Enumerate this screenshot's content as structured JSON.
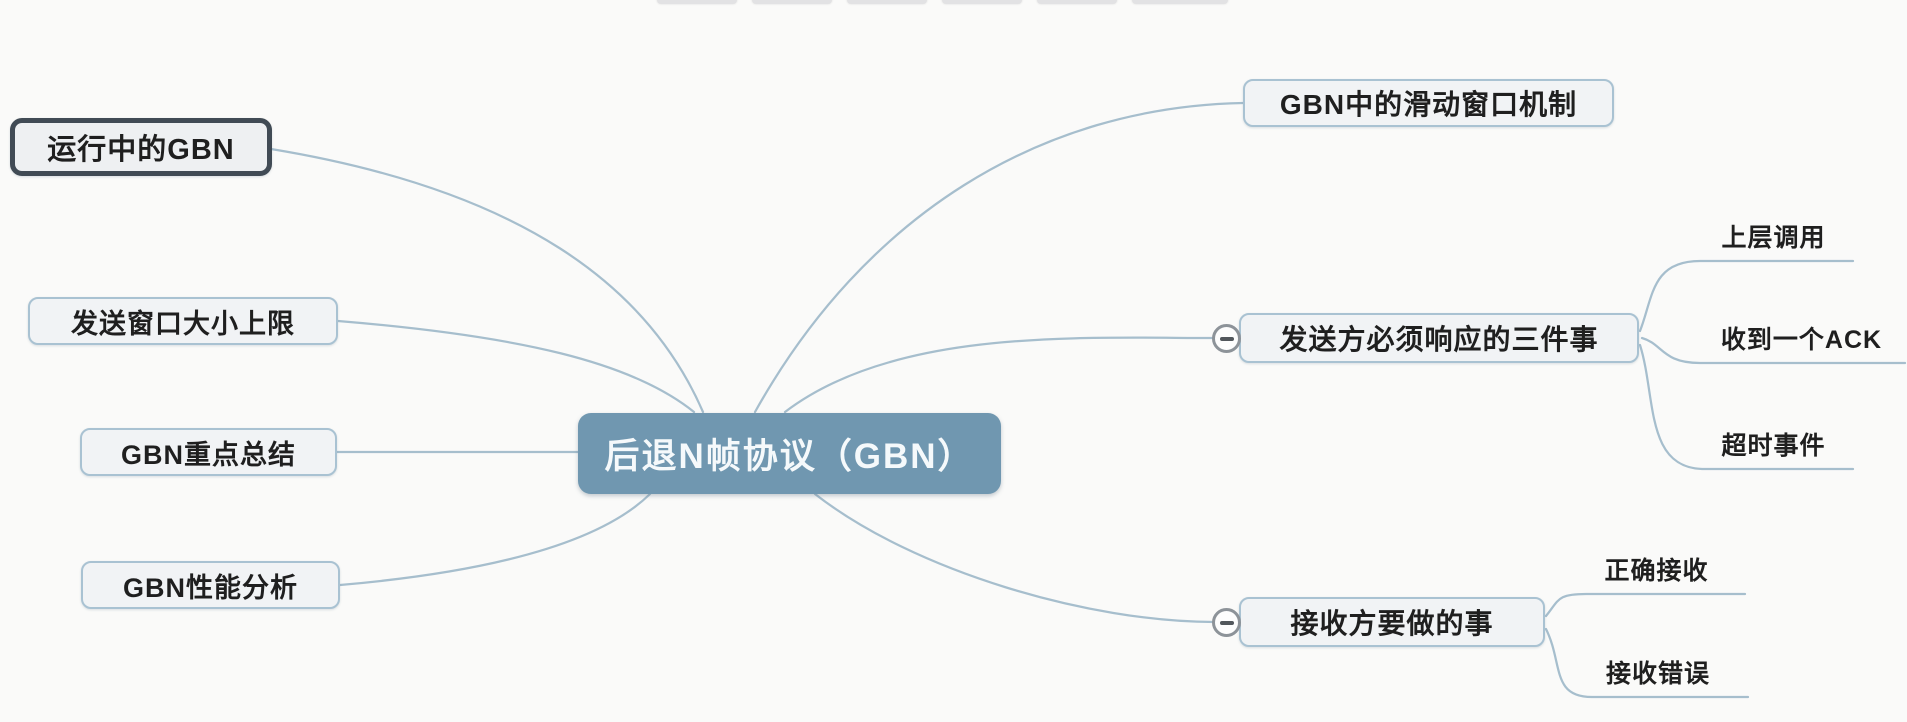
{
  "app": {
    "view": "mindmap-canvas"
  },
  "colors": {
    "background": "#fafaf9",
    "connector": "#a6becd",
    "root_fill": "#7097b0",
    "root_text": "#f5f9fb",
    "node_fill": "#f1f3f5",
    "node_border": "#a9c2d2",
    "node_text": "#1f1f1f",
    "selected_node_border": "#414b55",
    "collapse_icon_border": "#8d9399",
    "collapse_icon_glyph": "#52575c"
  },
  "root": {
    "label": "后退N帧协议（GBN）"
  },
  "left_branches": [
    {
      "label": "运行中的GBN",
      "selected": true
    },
    {
      "label": "发送窗口大小上限",
      "selected": false
    },
    {
      "label": "GBN重点总结",
      "selected": false
    },
    {
      "label": "GBN性能分析",
      "selected": false
    }
  ],
  "right_branches": [
    {
      "label": "GBN中的滑动窗口机制",
      "collapsible": false,
      "children": []
    },
    {
      "label": "发送方必须响应的三件事",
      "collapsible": true,
      "collapse_state": "expanded",
      "children": [
        {
          "label": "上层调用"
        },
        {
          "label": "收到一个ACK"
        },
        {
          "label": "超时事件"
        }
      ]
    },
    {
      "label": "接收方要做的事",
      "collapsible": true,
      "collapse_state": "expanded",
      "children": [
        {
          "label": "正确接收"
        },
        {
          "label": "接收错误"
        }
      ]
    }
  ]
}
